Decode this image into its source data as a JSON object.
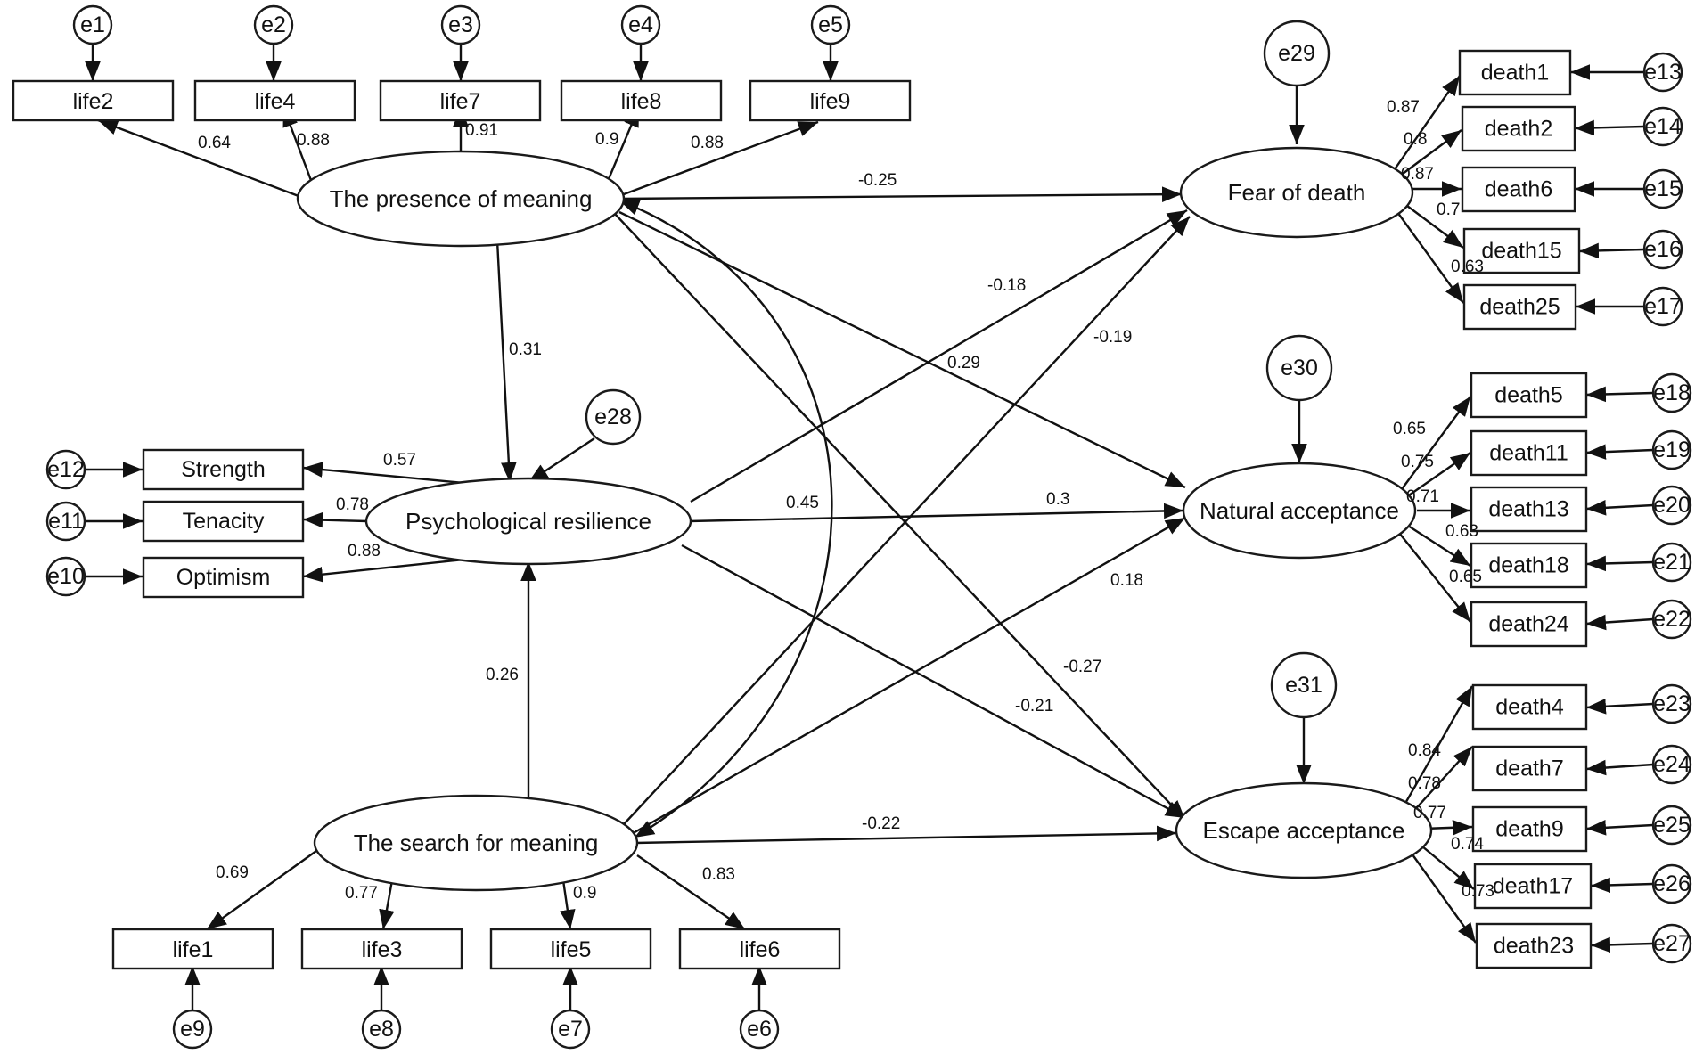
{
  "observed": {
    "life2": "life2",
    "life4": "life4",
    "life7": "life7",
    "life8": "life8",
    "life9": "life9",
    "life1": "life1",
    "life3": "life3",
    "life5": "life5",
    "life6": "life6",
    "strength": "Strength",
    "tenacity": "Tenacity",
    "optimism": "Optimism",
    "death1": "death1",
    "death2": "death2",
    "death6": "death6",
    "death15": "death15",
    "death25": "death25",
    "death5": "death5",
    "death11": "death11",
    "death13": "death13",
    "death18": "death18",
    "death24": "death24",
    "death4": "death4",
    "death7": "death7",
    "death9": "death9",
    "death17": "death17",
    "death23": "death23"
  },
  "latent": {
    "presence": "The presence of meaning",
    "search": "The search for meaning",
    "resilience": "Psychological resilience",
    "fear": "Fear of death",
    "natural": "Natural acceptance",
    "escape": "Escape acceptance"
  },
  "errors": {
    "e1": "e1",
    "e2": "e2",
    "e3": "e3",
    "e4": "e4",
    "e5": "e5",
    "e6": "e6",
    "e7": "e7",
    "e8": "e8",
    "e9": "e9",
    "e10": "e10",
    "e11": "e11",
    "e12": "e12",
    "e13": "e13",
    "e14": "e14",
    "e15": "e15",
    "e16": "e16",
    "e17": "e17",
    "e18": "e18",
    "e19": "e19",
    "e20": "e20",
    "e21": "e21",
    "e22": "e22",
    "e23": "e23",
    "e24": "e24",
    "e25": "e25",
    "e26": "e26",
    "e27": "e27",
    "e28": "e28",
    "e29": "e29",
    "e30": "e30",
    "e31": "e31"
  },
  "loadings": {
    "presence_life2": "0.64",
    "presence_life4": "0.88",
    "presence_life7": "0.91",
    "presence_life8": "0.9",
    "presence_life9": "0.88",
    "search_life1": "0.69",
    "search_life3": "0.77",
    "search_life5": "0.9",
    "search_life6": "0.83",
    "resilience_strength": "0.57",
    "resilience_tenacity": "0.78",
    "resilience_optimism": "0.88",
    "fear_death1": "0.87",
    "fear_death2": "0.8",
    "fear_death6": "0.87",
    "fear_death15": "0.7",
    "fear_death25": "0.63",
    "natural_death5": "0.65",
    "natural_death11": "0.75",
    "natural_death13": "0.71",
    "natural_death18": "0.63",
    "natural_death24": "0.65",
    "escape_death4": "0.84",
    "escape_death7": "0.78",
    "escape_death9": "0.77",
    "escape_death17": "0.74",
    "escape_death23": "0.73"
  },
  "paths": {
    "presence_fear": "-0.25",
    "presence_resilience": "0.31",
    "presence_natural": "0.29",
    "presence_escape": "-0.27",
    "presence_search_cov": "0.45",
    "resilience_fear": "-0.18",
    "resilience_natural": "0.3",
    "resilience_escape": "-0.21",
    "search_resilience": "0.26",
    "search_fear": "-0.19",
    "search_natural": "0.18",
    "search_escape": "-0.22"
  }
}
